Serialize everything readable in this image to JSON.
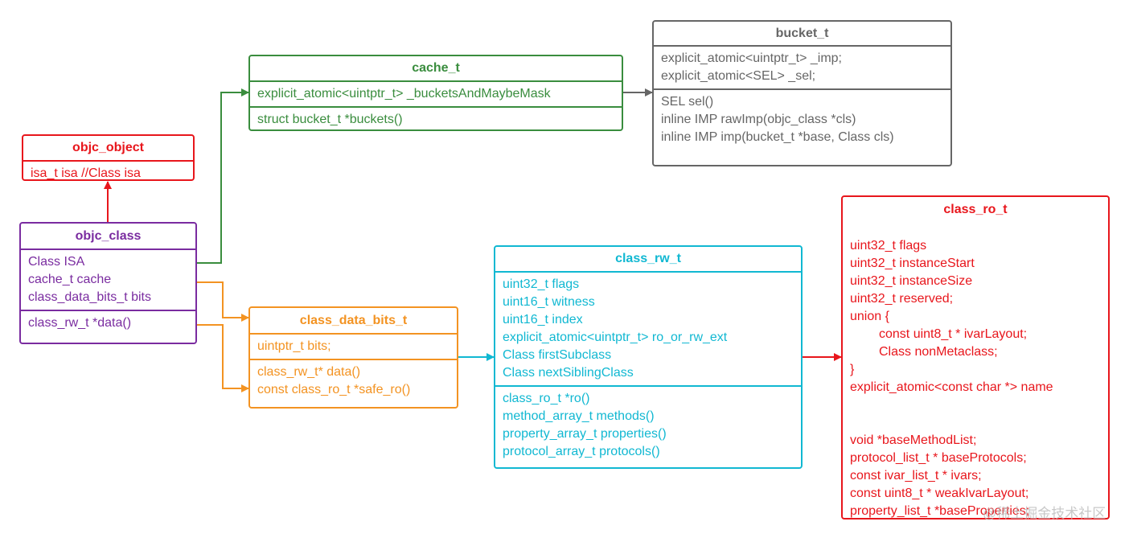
{
  "colors": {
    "green": "#3a8d3e",
    "gray": "#666666",
    "red": "#e8161c",
    "purple": "#7a2ca0",
    "orange": "#f39322",
    "cyan": "#11b8d2"
  },
  "boxes": {
    "objc_object": {
      "title": "objc_object",
      "sections": [
        [
          "isa_t isa //Class isa"
        ]
      ]
    },
    "objc_class": {
      "title": "objc_class",
      "sections": [
        [
          "Class ISA",
          "cache_t cache",
          "class_data_bits_t bits"
        ],
        [
          "class_rw_t *data()"
        ]
      ]
    },
    "cache_t": {
      "title": "cache_t",
      "sections": [
        [
          "explicit_atomic<uintptr_t> _bucketsAndMaybeMask"
        ],
        [
          "struct bucket_t *buckets()"
        ]
      ]
    },
    "bucket_t": {
      "title": "bucket_t",
      "sections": [
        [
          "explicit_atomic<uintptr_t> _imp;",
          "explicit_atomic<SEL> _sel;"
        ],
        [
          "SEL sel()",
          "inline IMP rawImp(objc_class *cls)",
          "inline IMP imp(bucket_t *base, Class cls)"
        ]
      ]
    },
    "class_data_bits_t": {
      "title": "class_data_bits_t",
      "sections": [
        [
          "uintptr_t bits;"
        ],
        [
          "class_rw_t* data()",
          "const class_ro_t *safe_ro()"
        ]
      ]
    },
    "class_rw_t": {
      "title": "class_rw_t",
      "sections": [
        [
          "uint32_t flags",
          "uint16_t witness",
          "uint16_t index",
          "explicit_atomic<uintptr_t> ro_or_rw_ext",
          "Class firstSubclass",
          "Class nextSiblingClass"
        ],
        [
          "class_ro_t *ro()",
          "method_array_t methods()",
          "property_array_t properties()",
          "protocol_array_t protocols()"
        ]
      ]
    },
    "class_ro_t": {
      "title": "class_ro_t",
      "sections": [
        [
          "uint32_t flags",
          "uint32_t instanceStart",
          "uint32_t instanceSize",
          "uint32_t reserved;",
          "union {",
          ">const uint8_t * ivarLayout;",
          ">Class nonMetaclass;",
          "}",
          "explicit_atomic<const char *> name",
          "",
          "",
          "void *baseMethodList;",
          "protocol_list_t * baseProtocols;",
          "const ivar_list_t * ivars;",
          "const uint8_t * weakIvarLayout;",
          "property_list_t *baseProperties;"
        ]
      ]
    }
  },
  "watermark": "@稀土掘金技术社区"
}
